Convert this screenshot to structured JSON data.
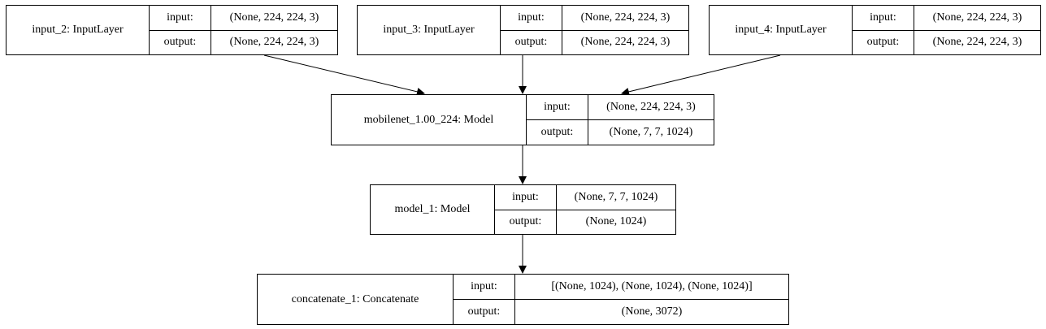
{
  "nodes": {
    "input_2": {
      "name": "input_2: InputLayer",
      "input_label": "input:",
      "output_label": "output:",
      "input_shape": "(None, 224, 224, 3)",
      "output_shape": "(None, 224, 224, 3)"
    },
    "input_3": {
      "name": "input_3: InputLayer",
      "input_label": "input:",
      "output_label": "output:",
      "input_shape": "(None, 224, 224, 3)",
      "output_shape": "(None, 224, 224, 3)"
    },
    "input_4": {
      "name": "input_4: InputLayer",
      "input_label": "input:",
      "output_label": "output:",
      "input_shape": "(None, 224, 224, 3)",
      "output_shape": "(None, 224, 224, 3)"
    },
    "mobilenet": {
      "name": "mobilenet_1.00_224: Model",
      "input_label": "input:",
      "output_label": "output:",
      "input_shape": "(None, 224, 224, 3)",
      "output_shape": "(None, 7, 7, 1024)"
    },
    "model_1": {
      "name": "model_1: Model",
      "input_label": "input:",
      "output_label": "output:",
      "input_shape": "(None, 7, 7, 1024)",
      "output_shape": "(None, 1024)"
    },
    "concatenate_1": {
      "name": "concatenate_1: Concatenate",
      "input_label": "input:",
      "output_label": "output:",
      "input_shape": "[(None, 1024), (None, 1024), (None, 1024)]",
      "output_shape": "(None, 3072)"
    }
  },
  "edges": [
    {
      "from": "input_2",
      "to": "mobilenet"
    },
    {
      "from": "input_3",
      "to": "mobilenet"
    },
    {
      "from": "input_4",
      "to": "mobilenet"
    },
    {
      "from": "mobilenet",
      "to": "model_1"
    },
    {
      "from": "model_1",
      "to": "concatenate_1"
    }
  ]
}
